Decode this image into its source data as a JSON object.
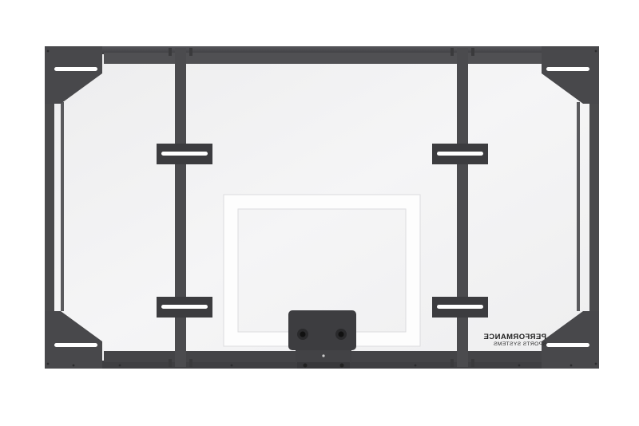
{
  "image": {
    "subject": "basketball backboard",
    "logo": {
      "line1": "PERFORMANCE",
      "line2": "SPORTS SYSTEMS"
    }
  },
  "colors": {
    "background": "#ffffff",
    "frame": "#4a4a4c",
    "frame_dark": "#333336",
    "glass": "#f1f1f2",
    "target_square": "#fdfdfd"
  }
}
